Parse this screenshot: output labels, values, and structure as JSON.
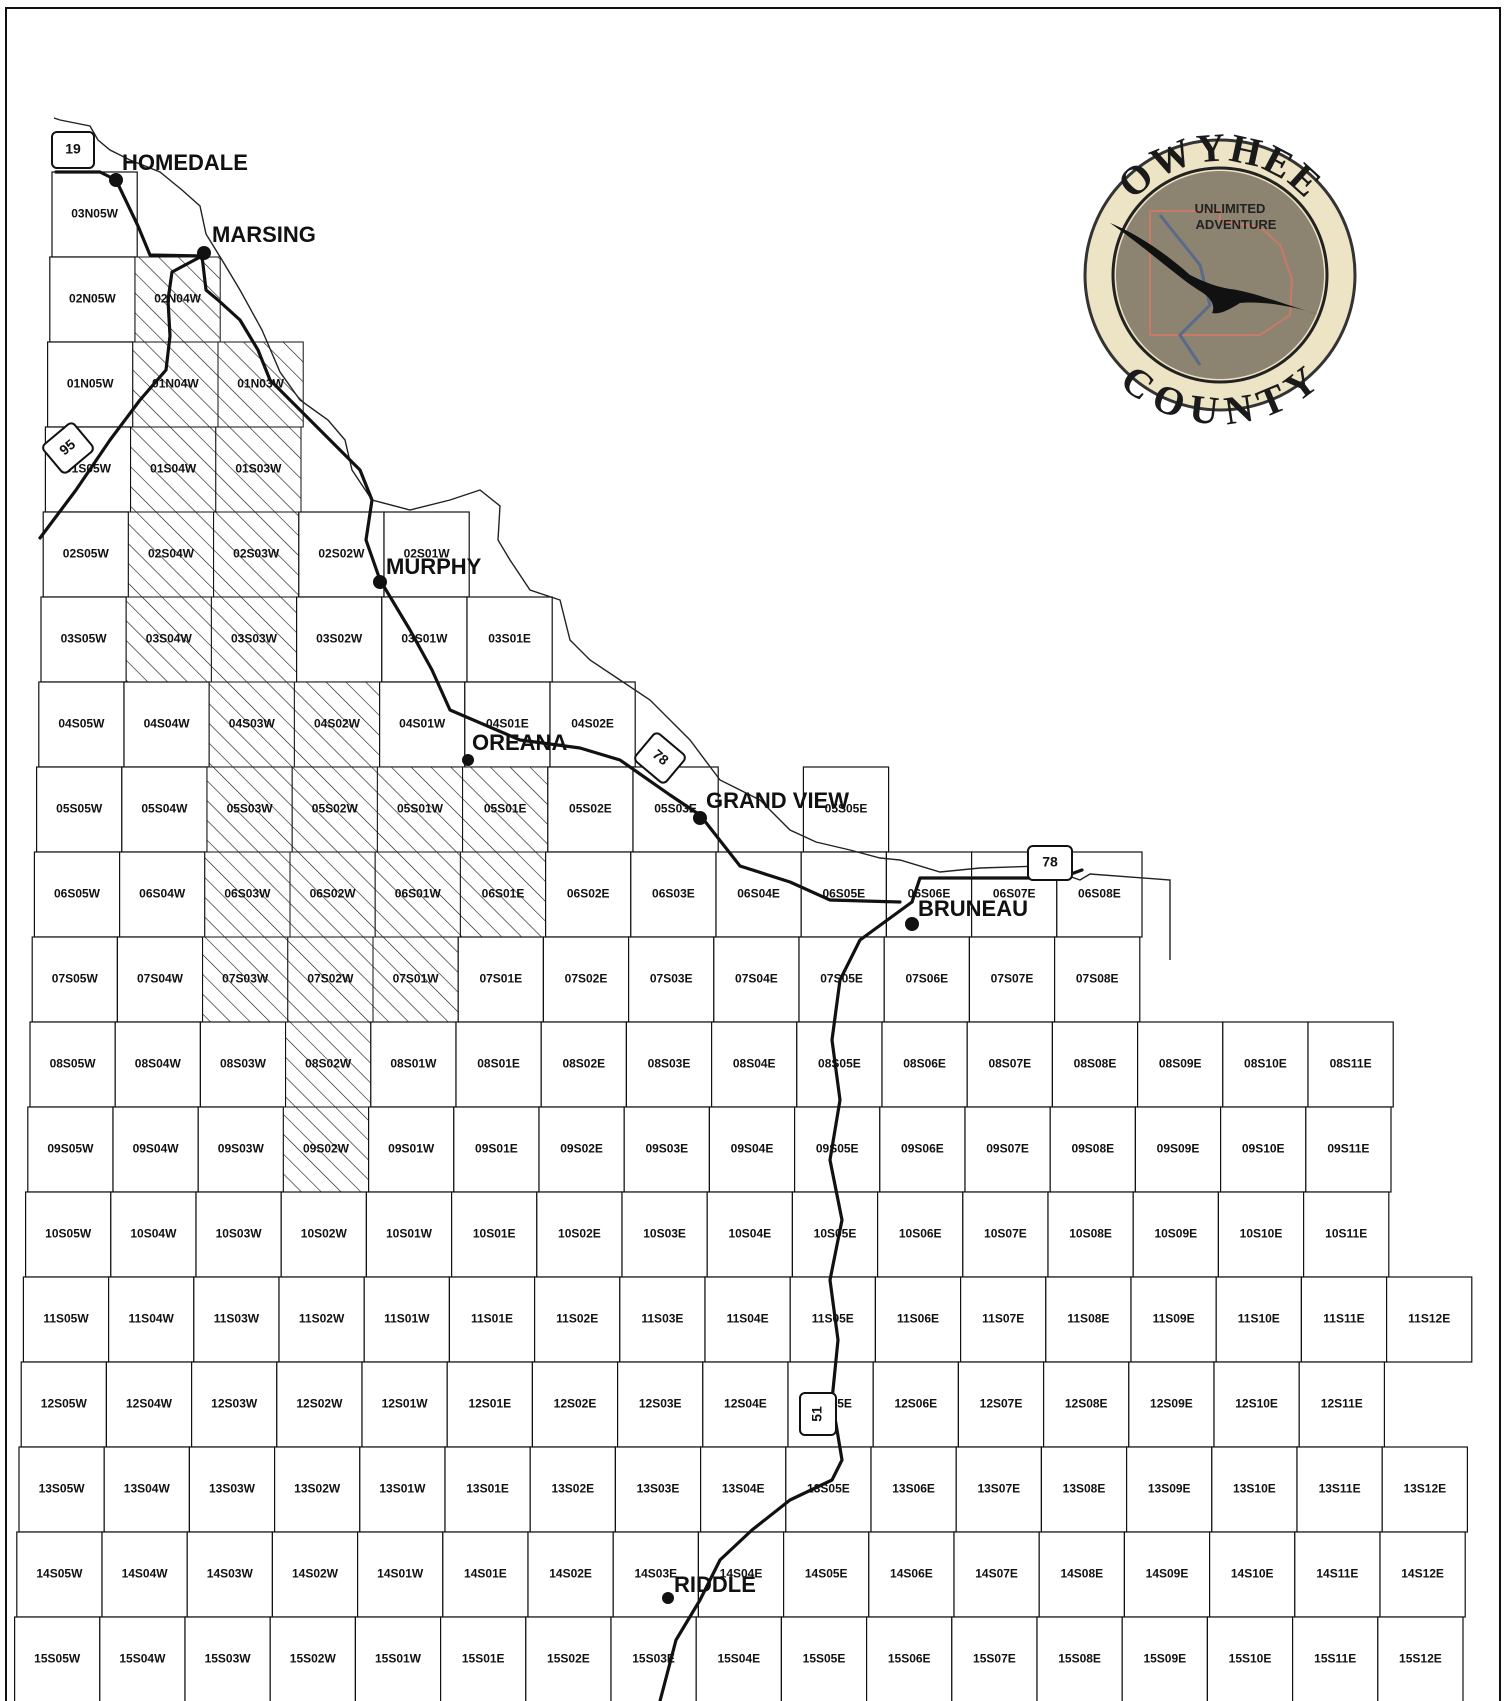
{
  "logo": {
    "ring_top": "OWYHEE",
    "ring_bottom": "COUNTY",
    "line1": "UNLIMITED",
    "line2": "ADVENTURE",
    "colors": {
      "outer": "#ede4c5",
      "inner": "#8c8470",
      "ring": "#222222",
      "border": "#c77a68",
      "river": "#5a6a8a"
    }
  },
  "towns": [
    {
      "name": "HOMEDALE",
      "icon": "town-dot"
    },
    {
      "name": "MARSING",
      "icon": "town-dot"
    },
    {
      "name": "MURPHY",
      "icon": "town-dot"
    },
    {
      "name": "OREANA",
      "icon": "town-dot"
    },
    {
      "name": "GRAND VIEW",
      "icon": "town-dot"
    },
    {
      "name": "BRUNEAU",
      "icon": "town-dot"
    },
    {
      "name": "RIDDLE",
      "icon": "town-dot"
    }
  ],
  "shields": [
    "19",
    "95",
    "78",
    "78",
    "51"
  ],
  "hatch_color": "#111111",
  "townships": [
    "03N05W",
    "02N05W",
    "02N04W",
    "01N05W",
    "01N04W",
    "01N03W",
    "01S05W",
    "01S04W",
    "01S03W",
    "02S05W",
    "02S04W",
    "02S03W",
    "02S02W",
    "02S01W",
    "03S05W",
    "03S04W",
    "03S03W",
    "03S02W",
    "03S01W",
    "03S01E",
    "04S05W",
    "04S04W",
    "04S03W",
    "04S02W",
    "04S01W",
    "04S01E",
    "04S02E",
    "05S05W",
    "05S04W",
    "05S03W",
    "05S02W",
    "05S01W",
    "05S01E",
    "05S02E",
    "05S03E",
    "05S05E",
    "06S05W",
    "06S04W",
    "06S03W",
    "06S02W",
    "06S01W",
    "06S01E",
    "06S02E",
    "06S03E",
    "06S04E",
    "06S05E",
    "06S06E",
    "06S07E",
    "06S08E",
    "07S05W",
    "07S04W",
    "07S03W",
    "07S02W",
    "07S01W",
    "07S01E",
    "07S02E",
    "07S03E",
    "07S04E",
    "07S05E",
    "07S06E",
    "07S07E",
    "07S08E",
    "08S05W",
    "08S04W",
    "08S03W",
    "08S02W",
    "08S01W",
    "08S01E",
    "08S02E",
    "08S03E",
    "08S04E",
    "08S05E",
    "08S06E",
    "08S07E",
    "08S08E",
    "08S09E",
    "08S10E",
    "08S11E",
    "09S05W",
    "09S04W",
    "09S03W",
    "09S02W",
    "09S01W",
    "09S01E",
    "09S02E",
    "09S03E",
    "09S04E",
    "09S05E",
    "09S06E",
    "09S07E",
    "09S08E",
    "09S09E",
    "09S10E",
    "09S11E",
    "10S05W",
    "10S04W",
    "10S03W",
    "10S02W",
    "10S01W",
    "10S01E",
    "10S02E",
    "10S03E",
    "10S04E",
    "10S05E",
    "10S06E",
    "10S07E",
    "10S08E",
    "10S09E",
    "10S10E",
    "10S11E",
    "11S05W",
    "11S04W",
    "11S03W",
    "11S02W",
    "11S01W",
    "11S01E",
    "11S02E",
    "11S03E",
    "11S04E",
    "11S05E",
    "11S06E",
    "11S07E",
    "11S08E",
    "11S09E",
    "11S10E",
    "11S11E",
    "11S12E",
    "12S05W",
    "12S04W",
    "12S03W",
    "12S02W",
    "12S01W",
    "12S01E",
    "12S02E",
    "12S03E",
    "12S04E",
    "12S05E",
    "12S06E",
    "12S07E",
    "12S08E",
    "12S09E",
    "12S10E",
    "12S11E",
    "13S05W",
    "13S04W",
    "13S03W",
    "13S02W",
    "13S01W",
    "13S01E",
    "13S02E",
    "13S03E",
    "13S04E",
    "13S05E",
    "13S06E",
    "13S07E",
    "13S08E",
    "13S09E",
    "13S10E",
    "13S11E",
    "13S12E",
    "14S05W",
    "14S04W",
    "14S03W",
    "14S02W",
    "14S01W",
    "14S01E",
    "14S02E",
    "14S03E",
    "14S04E",
    "14S05E",
    "14S06E",
    "14S07E",
    "14S08E",
    "14S09E",
    "14S10E",
    "14S11E",
    "14S12E",
    "15S05W",
    "15S04W",
    "15S03W",
    "15S02W",
    "15S01W",
    "15S01E",
    "15S02E",
    "15S03E",
    "15S04E",
    "15S05E",
    "15S06E",
    "15S07E",
    "15S08E",
    "15S09E",
    "15S10E",
    "15S11E",
    "15S12E"
  ],
  "hatched": [
    "02N04W",
    "01N04W",
    "01N03W",
    "01S04W",
    "01S03W",
    "02S04W",
    "02S03W",
    "03S04W",
    "03S03W",
    "04S03W",
    "04S02W",
    "05S03W",
    "05S02W",
    "05S01W",
    "05S01E",
    "06S03W",
    "06S02W",
    "06S01W",
    "06S01E",
    "07S03W",
    "07S02W",
    "07S01W",
    "08S02W",
    "09S02W"
  ]
}
